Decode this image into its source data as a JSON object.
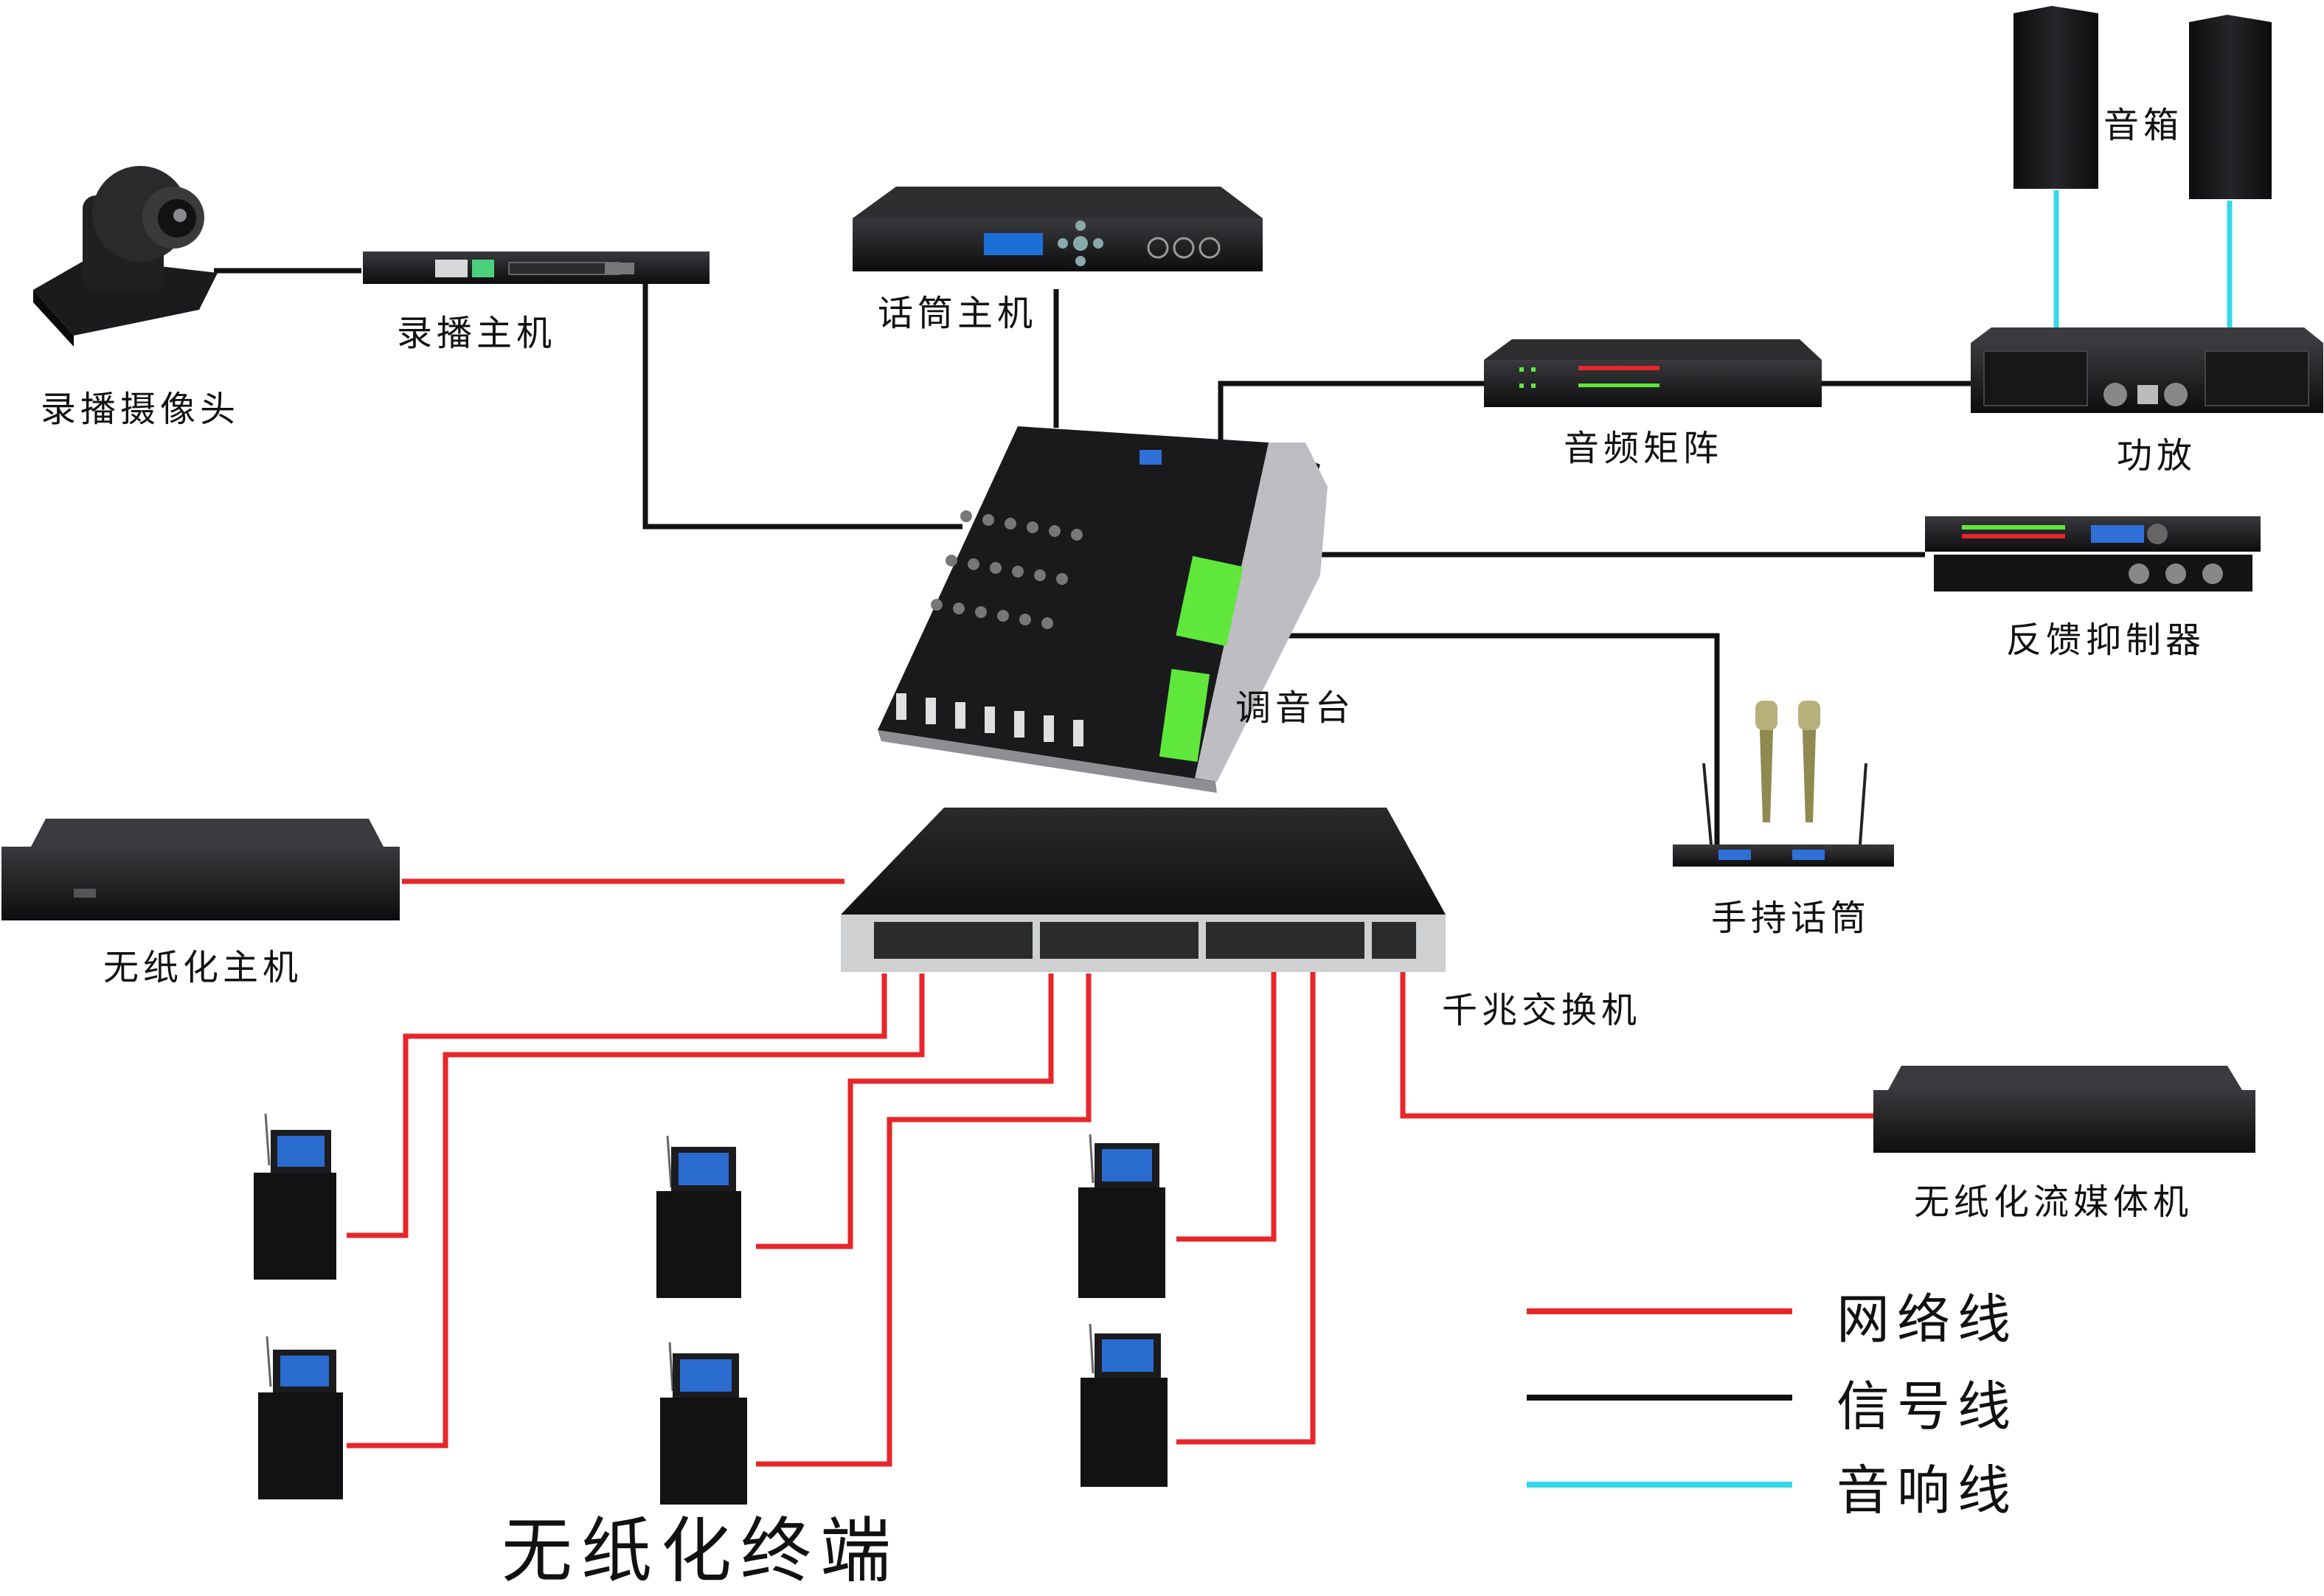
{
  "labels": {
    "camera": "录播摄像头",
    "recorder": "录播主机",
    "mic_host": "话筒主机",
    "speakers": "音箱",
    "audio_matrix": "音频矩阵",
    "amplifier": "功放",
    "feedback_suppressor": "反馈抑制器",
    "mixer": "调音台",
    "handheld_mic": "手持话筒",
    "paperless_host": "无纸化主机",
    "gigabit_switch": "千兆交换机",
    "streaming_server": "无纸化流媒体机",
    "paperless_terminal": "无纸化终端"
  },
  "legend": [
    {
      "label": "网络线",
      "color": "#e8262a"
    },
    {
      "label": "信号线",
      "color": "#111111"
    },
    {
      "label": "音响线",
      "color": "#35d8e8"
    }
  ],
  "colors": {
    "network": "#e8262a",
    "signal": "#111111",
    "audio": "#35d8e8",
    "device_dark": "#1c1c1e",
    "mixer_green": "#5fe83b"
  }
}
